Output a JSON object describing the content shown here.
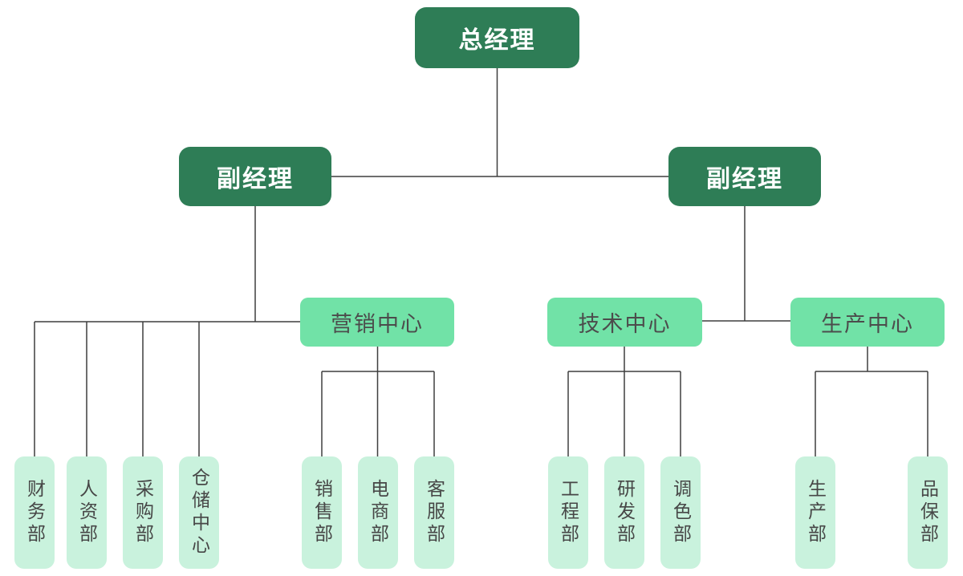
{
  "colors": {
    "level1_fill": "#2e7d56",
    "level3_fill": "#71e2a7",
    "level4_fill": "#c9f2dd",
    "connector_line": "#3f3f3f",
    "level1_text": "#ffffff",
    "lower_text": "#4c4c4c",
    "background": "#ffffff"
  },
  "org_chart": {
    "root": {
      "label": "总经理"
    },
    "deputies": [
      {
        "label": "副经理"
      },
      {
        "label": "副经理"
      }
    ],
    "centers": [
      {
        "label": "营销中心"
      },
      {
        "label": "技术中心"
      },
      {
        "label": "生产中心"
      }
    ],
    "departments": [
      {
        "label": "财务部"
      },
      {
        "label": "人资部"
      },
      {
        "label": "采购部"
      },
      {
        "label": "仓储中心"
      },
      {
        "label": "销售部"
      },
      {
        "label": "电商部"
      },
      {
        "label": "客服部"
      },
      {
        "label": "工程部"
      },
      {
        "label": "研发部"
      },
      {
        "label": "调色部"
      },
      {
        "label": "生产部"
      },
      {
        "label": "品保部"
      }
    ]
  }
}
